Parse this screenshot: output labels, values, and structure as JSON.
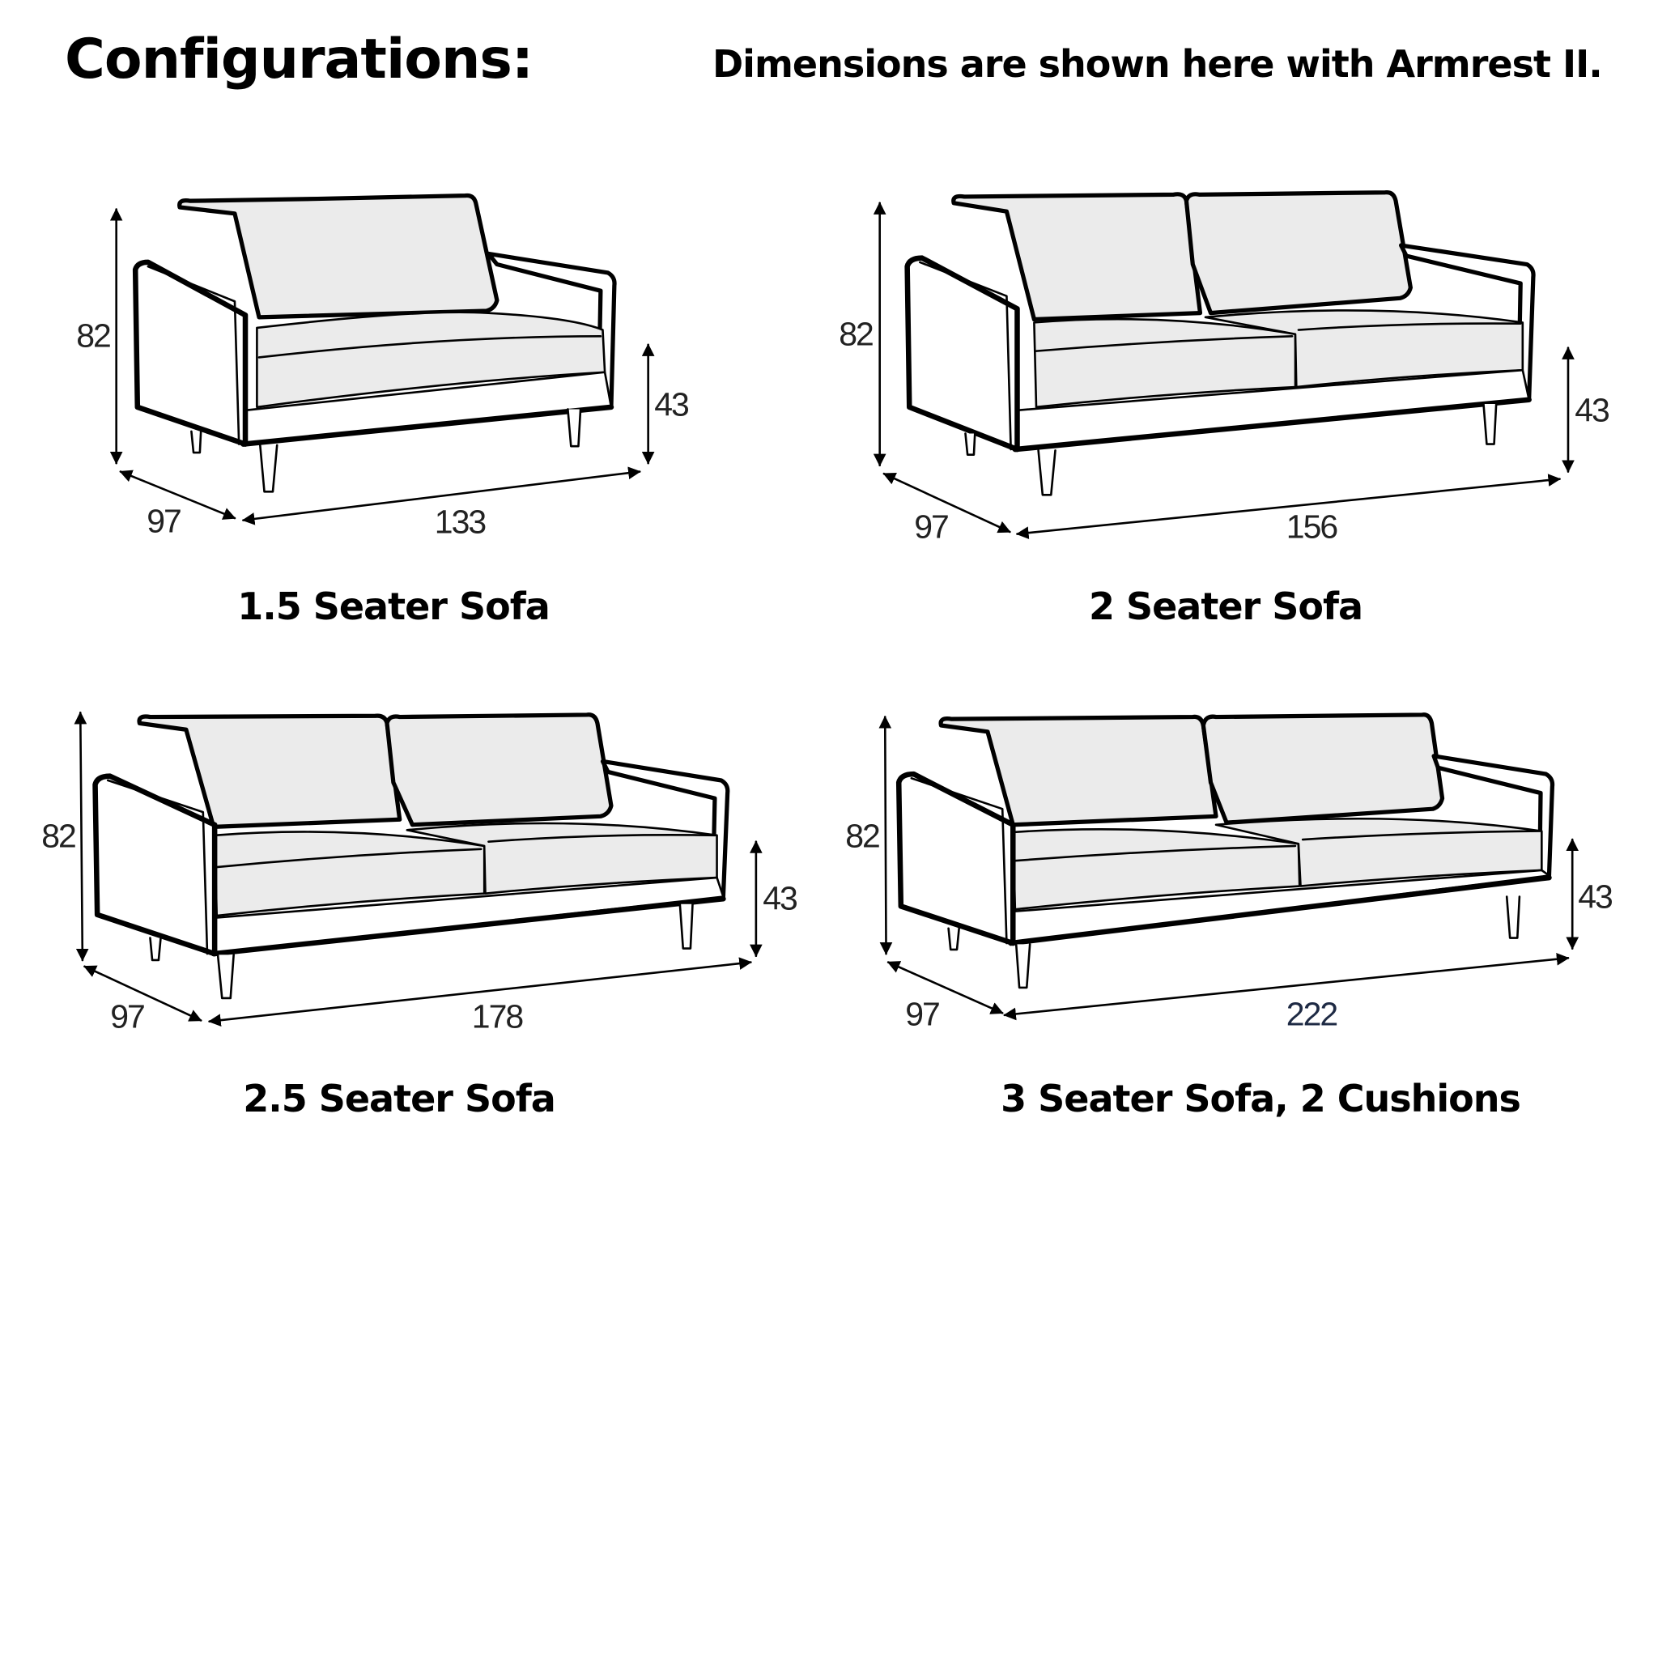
{
  "header": {
    "title": "Configurations:",
    "note": "Dimensions are shown here with Armrest II."
  },
  "colors": {
    "outline": "#000000",
    "cushion_fill": "#ebebeb",
    "frame_fill": "#ffffff",
    "dimension_text": "#222222"
  },
  "units": "cm",
  "configurations": [
    {
      "name": "1.5 Seater Sofa",
      "cushions": 1,
      "dimensions": {
        "height": "82",
        "depth": "97",
        "width": "133",
        "seat_height": "43"
      }
    },
    {
      "name": "2 Seater Sofa",
      "cushions": 2,
      "dimensions": {
        "height": "82",
        "depth": "97",
        "width": "156",
        "seat_height": "43"
      }
    },
    {
      "name": "2.5 Seater Sofa",
      "cushions": 2,
      "dimensions": {
        "height": "82",
        "depth": "97",
        "width": "178",
        "seat_height": "43"
      }
    },
    {
      "name": "3 Seater Sofa, 2 Cushions",
      "cushions": 2,
      "dimensions": {
        "height": "82",
        "depth": "97",
        "width": "222",
        "seat_height": "43"
      }
    }
  ]
}
